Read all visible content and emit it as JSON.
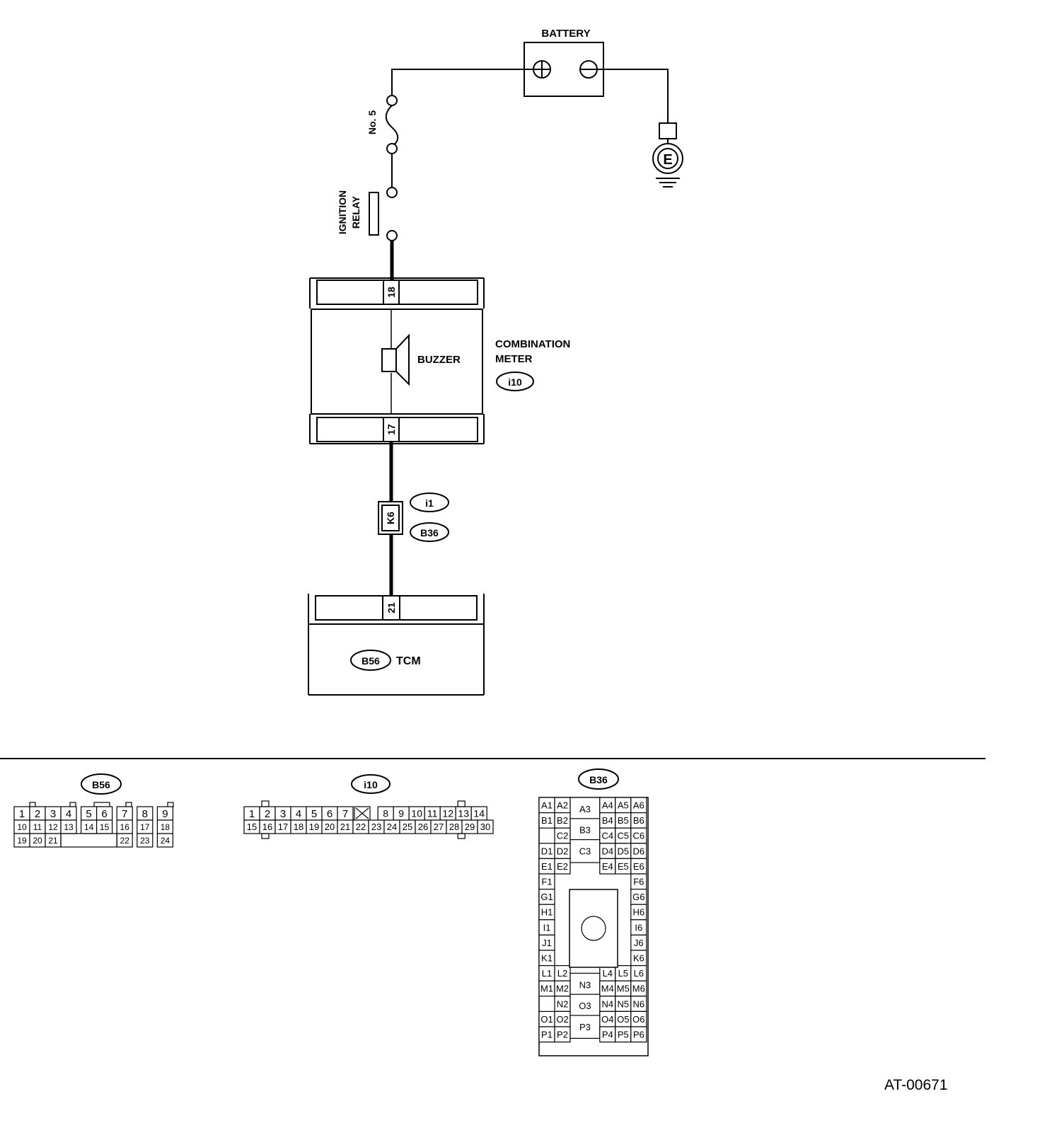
{
  "labels": {
    "battery": "BATTERY",
    "fuse": "No. 5",
    "ignition_line1": "IGNITION",
    "ignition_line2": "RELAY",
    "buzzer": "BUZZER",
    "combination_meter_line1": "COMBINATION",
    "combination_meter_line2": "METER",
    "tcm": "TCM",
    "ground": "E",
    "reference_code": "AT-00671"
  },
  "connectors": {
    "meter": "i10",
    "joint_upper": "i1",
    "joint_lower": "B36",
    "joint_pin": "K6",
    "tcm": "B56"
  },
  "terminals": {
    "meter_top": "18",
    "meter_bottom": "17",
    "tcm": "21"
  },
  "pinouts": {
    "b56": {
      "title": "B56",
      "row1": [
        "1",
        "2",
        "3",
        "4",
        "5",
        "6",
        "7",
        "8",
        "9"
      ],
      "row2": [
        "10",
        "11",
        "12",
        "13",
        "14",
        "15",
        "16",
        "17",
        "18"
      ],
      "row3": [
        "19",
        "20",
        "21",
        "22",
        "23",
        "24"
      ]
    },
    "i10": {
      "title": "i10",
      "row1": [
        "1",
        "2",
        "3",
        "4",
        "5",
        "6",
        "7",
        "8",
        "9",
        "10",
        "11",
        "12",
        "13",
        "14"
      ],
      "row2": [
        "15",
        "16",
        "17",
        "18",
        "19",
        "20",
        "21",
        "22",
        "23",
        "24",
        "25",
        "26",
        "27",
        "28",
        "29",
        "30"
      ]
    },
    "b36": {
      "title": "B36",
      "cells": [
        "A1",
        "A2",
        "A3",
        "A4",
        "A5",
        "A6",
        "B1",
        "B2",
        "B3",
        "B4",
        "B5",
        "B6",
        "C2",
        "C3",
        "C4",
        "C5",
        "C6",
        "D1",
        "D2",
        "D4",
        "D5",
        "D6",
        "E1",
        "E2",
        "E4",
        "E5",
        "E6",
        "F1",
        "F6",
        "G1",
        "G6",
        "H1",
        "H6",
        "I1",
        "I6",
        "J1",
        "J6",
        "K1",
        "K6",
        "L1",
        "L2",
        "L4",
        "L5",
        "L6",
        "M1",
        "M2",
        "N3",
        "M4",
        "M5",
        "M6",
        "N2",
        "N4",
        "N5",
        "N6",
        "O1",
        "O2",
        "O3",
        "O4",
        "O5",
        "O6",
        "P1",
        "P2",
        "P3",
        "P4",
        "P5",
        "P6"
      ]
    }
  }
}
